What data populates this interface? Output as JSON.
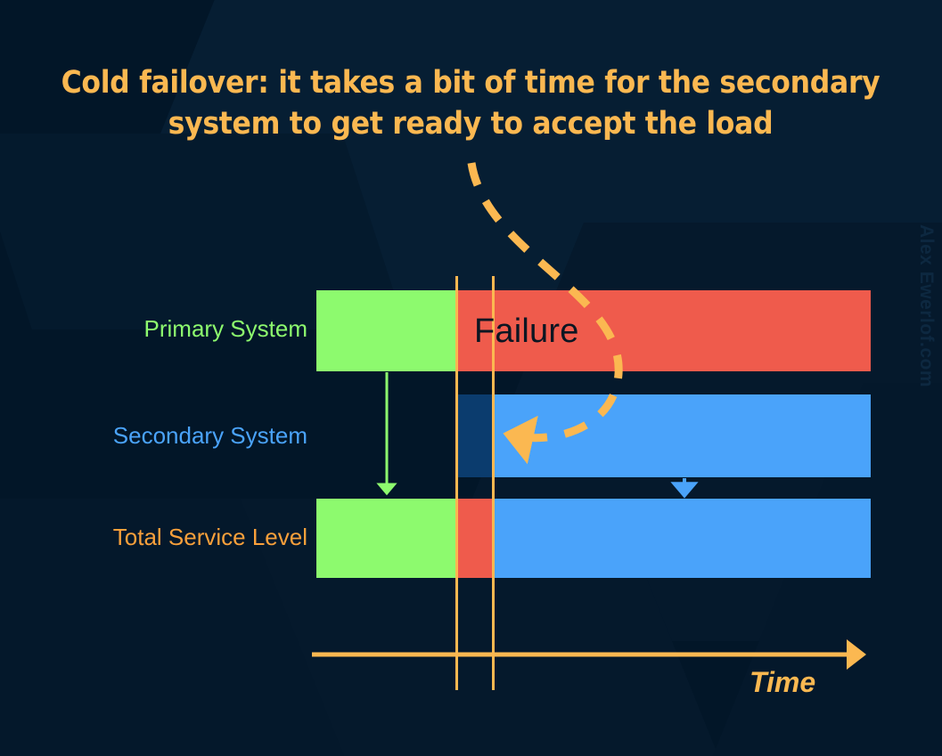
{
  "title": "Cold failover: it takes a bit of time for the secondary system to get ready to accept the load",
  "watermark": "Alex Ewerlof.com",
  "annotations": {
    "failure_label": "Failure",
    "time_axis_label": "Time"
  },
  "colors": {
    "background": "#021628",
    "accent_orange": "#FBB851",
    "healthy_green": "#8DFA6E",
    "failure_red": "#EF5B4C",
    "secondary_blue": "#4AA3FA",
    "warmup_dark_blue": "#0B3C6E",
    "label_orange": "#F9A03B",
    "failure_text": "#0B1622",
    "watermark": "#0D2840"
  },
  "rows": [
    {
      "label": "Primary System",
      "label_color": "#8DFA6E",
      "segments": [
        {
          "name": "primary-healthy",
          "state": "up",
          "color": "#8DFA6E",
          "start_pct": 0,
          "width_pct": 25.2
        },
        {
          "name": "primary-failed",
          "state": "down",
          "color": "#EF5B4C",
          "start_pct": 25.2,
          "width_pct": 74.8
        }
      ]
    },
    {
      "label": "Secondary System",
      "label_color": "#4AA3FA",
      "segments": [
        {
          "name": "secondary-offline",
          "state": "offline",
          "color": "transparent",
          "start_pct": 0,
          "width_pct": 25.2
        },
        {
          "name": "secondary-warmup",
          "state": "starting",
          "color": "#0B3C6E",
          "start_pct": 25.2,
          "width_pct": 6.6
        },
        {
          "name": "secondary-serving",
          "state": "up",
          "color": "#4AA3FA",
          "start_pct": 31.8,
          "width_pct": 68.2
        }
      ]
    },
    {
      "label": "Total Service Level",
      "label_color": "#F9A03B",
      "segments": [
        {
          "name": "total-primary-serving",
          "state": "up-primary",
          "color": "#8DFA6E",
          "start_pct": 0,
          "width_pct": 25.2
        },
        {
          "name": "total-outage",
          "state": "down",
          "color": "#EF5B4C",
          "start_pct": 25.2,
          "width_pct": 6.6
        },
        {
          "name": "total-secondary-serving",
          "state": "up-secondary",
          "color": "#4AA3FA",
          "start_pct": 31.8,
          "width_pct": 68.2
        }
      ]
    }
  ],
  "markers": [
    {
      "name": "failure-start-line",
      "label": "",
      "color": "#FBB851"
    },
    {
      "name": "secondary-ready-line",
      "label": "",
      "color": "#FBB851"
    }
  ],
  "arrows": [
    {
      "name": "primary-feeds-total-arrow",
      "color": "#8DFA6E",
      "direction": "down"
    },
    {
      "name": "secondary-feeds-total-arrow",
      "color": "#4AA3FA",
      "direction": "down"
    },
    {
      "name": "failover-handoff-arrow",
      "color": "#FBB851",
      "direction": "left",
      "style": "dashed-curve"
    },
    {
      "name": "time-axis-arrow",
      "color": "#FBB851",
      "direction": "right"
    }
  ]
}
